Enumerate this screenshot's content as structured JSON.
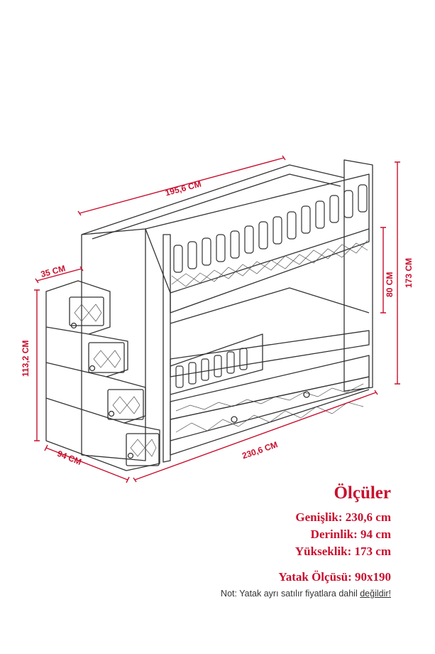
{
  "colors": {
    "accent": "#c8102e",
    "line": "#333333",
    "note": "#333333"
  },
  "dimensions": {
    "top_width": "195,6 CM",
    "step_depth": "35 CM",
    "stair_height": "113,2 CM",
    "depth": "94 CM",
    "length": "230,6 CM",
    "upper_height": "80 CM",
    "total_height": "173 CM"
  },
  "specs": {
    "title": "Ölçüler",
    "width_label": "Genişlik:",
    "width_value": "230,6 cm",
    "depth_label": "Derinlik:",
    "depth_value": "94 cm",
    "height_label": "Yükseklik:",
    "height_value": "173 cm",
    "bed_label": "Yatak Ölçüsü:",
    "bed_value": "90x190",
    "note_prefix": "Not: Yatak ayrı satılır fiyatlara dahil",
    "note_emphasis": "değildir!"
  }
}
